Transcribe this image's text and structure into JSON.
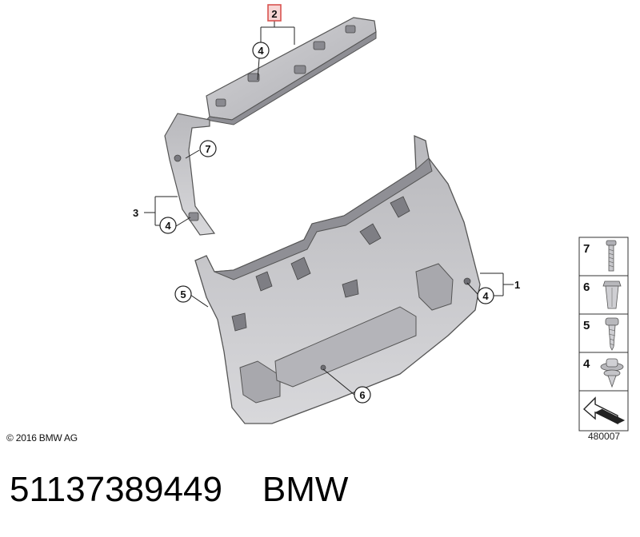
{
  "callouts": {
    "highlighted": "2",
    "part_1": "1",
    "part_3": "3",
    "clip_4_top": "4",
    "clip_4_left": "4",
    "clip_4_right": "4",
    "screw_5": "5",
    "nut_6": "6",
    "bolt_7": "7"
  },
  "legend": [
    {
      "number": "7",
      "icon": "bolt-icon"
    },
    {
      "number": "6",
      "icon": "expanding-nut-icon"
    },
    {
      "number": "5",
      "icon": "screw-icon"
    },
    {
      "number": "4",
      "icon": "clip-icon"
    },
    {
      "number": "",
      "icon": "arrow-icon"
    }
  ],
  "copyright": "© 2016 BMW AG",
  "diagram_number": "480007",
  "part_number": "51137389449",
  "brand": "BMW",
  "colors": {
    "highlight": "#d9534f",
    "panel_fill": "#c9c9cc",
    "panel_dark": "#9a9aa0",
    "outline": "#555558"
  }
}
